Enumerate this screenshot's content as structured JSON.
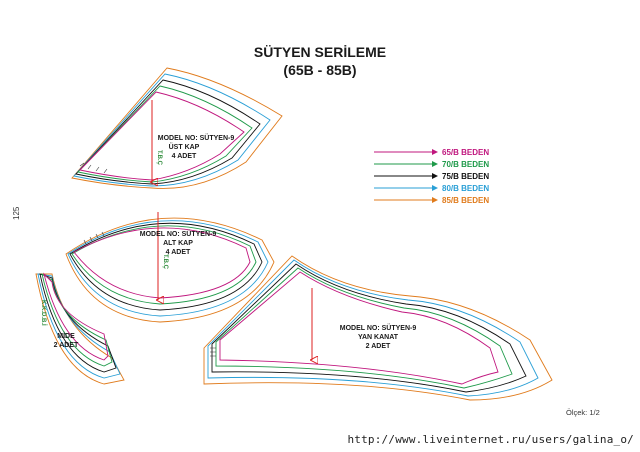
{
  "header": {
    "title": "SÜTYEN SERİLEME",
    "subtitle": "(65B - 85B)"
  },
  "page_number": "125",
  "scale_note": "Ölçek: 1/2",
  "watermark_url": "http://www.liveinternet.ru/users/galina_o/",
  "legend": [
    {
      "label": "65/B BEDEN",
      "color": "#c0177e"
    },
    {
      "label": "70/B BEDEN",
      "color": "#1f9a4a"
    },
    {
      "label": "75/B BEDEN",
      "color": "#111111"
    },
    {
      "label": "80/B BEDEN",
      "color": "#2a9fd6"
    },
    {
      "label": "85/B BEDEN",
      "color": "#e07b1c"
    }
  ],
  "pieces": {
    "ust_kap": {
      "model": "MODEL NO: SÜTYEN-9",
      "name": "ÜST KAP",
      "qty": "4 ADET",
      "grain": "T.B.Ç"
    },
    "alt_kap": {
      "model": "MODEL NO: SÜTYEN-9",
      "name": "ALT KAP",
      "qty": "4 ADET",
      "grain": "T.B.Ç"
    },
    "mide": {
      "name": "MİDE",
      "qty": "2 ADET",
      "grain": "K.K.D.B.İ"
    },
    "yan_kanat": {
      "model": "MODEL NO: SÜTYEN-9",
      "name": "YAN KANAT",
      "qty": "2 ADET"
    }
  }
}
